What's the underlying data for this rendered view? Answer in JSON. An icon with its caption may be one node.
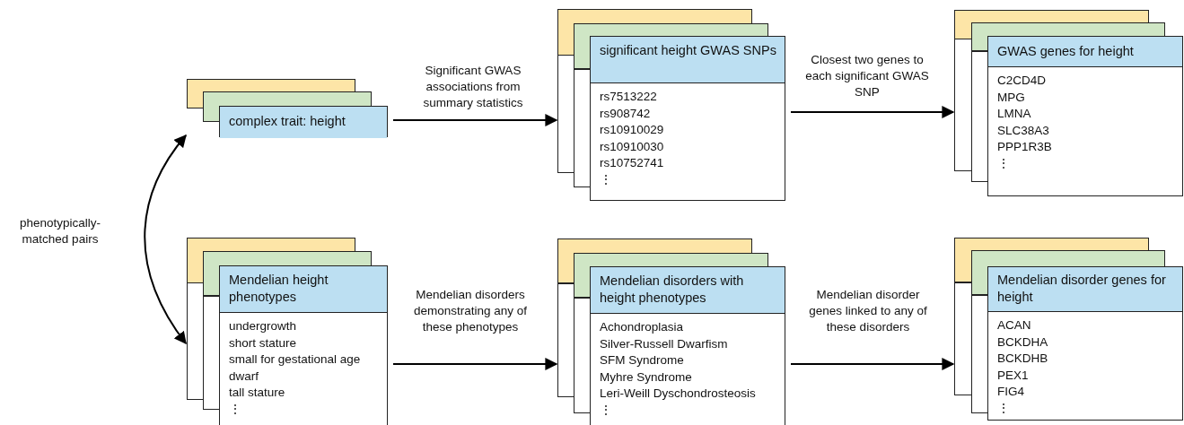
{
  "diagram": {
    "nodes": [
      {
        "text": [
          "complex trait: height"
        ]
      },
      {
        "text": [
          "significant height GWAS SNPs",
          "rs7513222",
          "rs908742",
          "rs10910029",
          "rs10910030",
          "rs10752741",
          "⋮"
        ]
      },
      {
        "text": [
          "GWAS genes for height",
          "C2CD4D",
          "MPG",
          "LMNA",
          "SLC38A3",
          "PPP1R3B",
          "⋮"
        ]
      },
      {
        "text": [
          "Mendelian height phenotypes",
          "undergrowth",
          "short stature",
          "small for gestational age",
          "dwarf",
          "tall stature",
          "⋮"
        ]
      },
      {
        "text": [
          "Mendelian disorders with height phenotypes",
          "Achondroplasia",
          "Silver-Russell Dwarfism",
          "SFM Syndrome",
          "Myhre Syndrome",
          "Leri-Weill Dyschondrosteosis",
          "⋮"
        ]
      },
      {
        "text": [
          "Mendelian disorder genes for height",
          "ACAN",
          "BCKDHA",
          "BCKDHB",
          "PEX1",
          "FIG4",
          "⋮"
        ]
      }
    ],
    "edges": [
      {
        "from": 0,
        "to": 1,
        "arrow": "to",
        "label": "Significant GWAS associations from summary statistics"
      },
      {
        "from": 1,
        "to": 2,
        "arrow": "to",
        "label": "Closest two genes to each significant GWAS SNP"
      },
      {
        "from": 0,
        "to": 3,
        "arrow": "both",
        "label": "phenotypically-matched pairs"
      },
      {
        "from": 3,
        "to": 4,
        "arrow": "to",
        "label": "Mendelian disorders demonstrating any of these phenotypes"
      },
      {
        "from": 4,
        "to": 5,
        "arrow": "to",
        "label": "Mendelian disorder genes linked to any of these disorders"
      }
    ]
  }
}
